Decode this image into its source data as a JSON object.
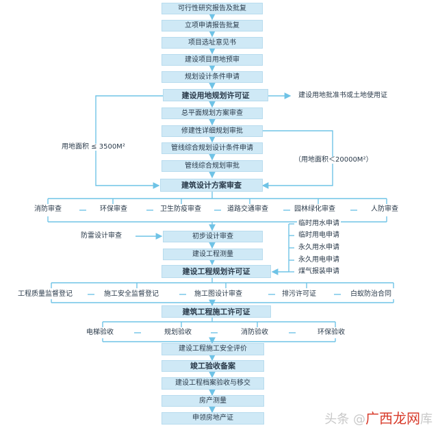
{
  "main_flow": [
    "可行性研究报告及批复",
    "立项申请报告批复",
    "项目选址意见书",
    "建设项目用地预审",
    "规划设计条件申请",
    "建设用地规划许可证",
    "总平面规划方案审查",
    "修建性详细规划审批",
    "管线综合规划设计条件申请",
    "管线综合规划审批",
    "建筑设计方案审查"
  ],
  "land_permit_side": "建设用地批准书或土地使用证",
  "area_small": "用地面积 ≤ 3500M²",
  "area_large": "（用地面积＜20000M²）",
  "design_reviews": [
    "消防审查",
    "环保审查",
    "卫生防疫审查",
    "道路交通审查",
    "园林绿化审查",
    "人防审查"
  ],
  "preliminary_flow": [
    "初步设计审查",
    "建设工程测量",
    "建设工程规划许可证"
  ],
  "lightning_review": "防雷设计审查",
  "utility_applications": [
    "临时用水申请",
    "临时用电申请",
    "永久用水申请",
    "永久用电申请",
    "煤气报装申请"
  ],
  "construction_items": [
    "工程质量监督登记",
    "施工安全监督登记",
    "施工图设计审查",
    "排污许可证",
    "白蚁防治合同"
  ],
  "construction_permit": "建筑工程施工许可证",
  "acceptance_items": [
    "电梯验收",
    "规划验收",
    "消防验收",
    "环保验收"
  ],
  "final_flow": [
    "建设工程施工安全评价",
    "竣工验收备案",
    "建设工程档案验收与移交",
    "房产测量",
    "申领房地产证"
  ],
  "watermark_prefix": "头条 @",
  "watermark_brand": "广西龙网",
  "watermark_suffix": "库",
  "colors": {
    "box_fill": "#cfe9f6",
    "box_border": "#b7dbee",
    "line": "#6fc3e6",
    "text": "#2a3a4a"
  }
}
